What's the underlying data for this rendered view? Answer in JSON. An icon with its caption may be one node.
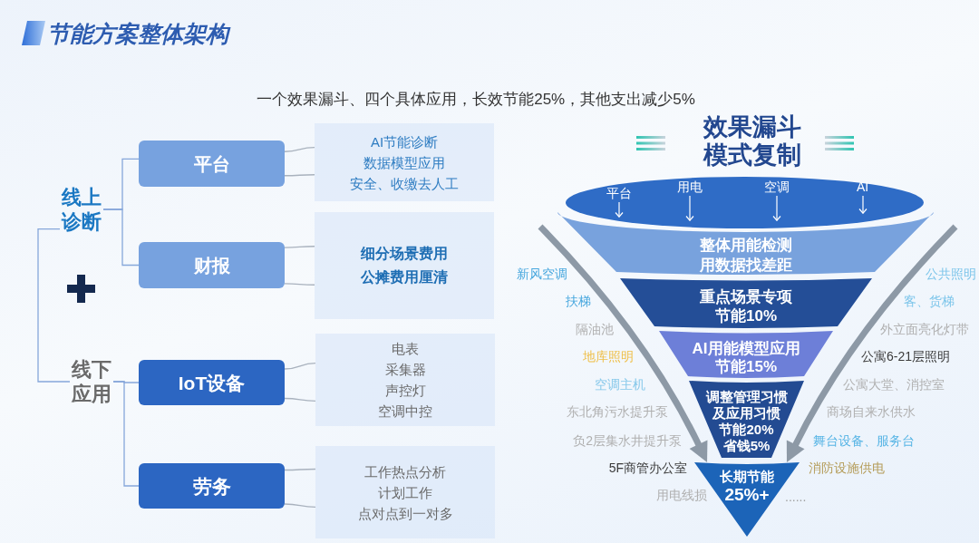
{
  "diagram": {
    "title": "节能方案整体架构",
    "nodes": [
      {
        "text": [
          "线上诊断"
        ]
      },
      {
        "text": [
          "平台"
        ]
      },
      {
        "text": [
          "AI节能诊断",
          "数据模型应用",
          "安全、收缴去人工"
        ]
      },
      {
        "text": [
          "财报"
        ]
      },
      {
        "text": [
          "细分场景费用",
          "公摊费用厘清"
        ]
      },
      {
        "text": [
          "线下应用"
        ]
      },
      {
        "text": [
          "IoT设备"
        ]
      },
      {
        "text": [
          "电表",
          "采集器",
          "声控灯",
          "空调中控"
        ]
      },
      {
        "text": [
          "劳务"
        ]
      },
      {
        "text": [
          "工作热点分析",
          "计划工作",
          "点对点到一对多"
        ]
      },
      {
        "text": [
          "平台",
          "用电",
          "空调",
          "AI"
        ]
      },
      {
        "text": [
          "整体用能检测",
          "用数据找差距"
        ]
      },
      {
        "text": [
          "重点场景专项",
          "节能10%"
        ]
      },
      {
        "text": [
          "AI用能模型应用",
          "节能15%"
        ]
      },
      {
        "text": [
          "调整管理习惯",
          "及应用习惯",
          "节能20%",
          "省钱5%"
        ]
      },
      {
        "text": [
          "长期节能",
          "25%+"
        ]
      }
    ],
    "edges": [
      {
        "from": 0,
        "to": 5,
        "arrow": "none",
        "color": "#86a7da"
      },
      {
        "from": 0,
        "to": 1,
        "arrow": "none",
        "color": "#86a7da"
      },
      {
        "from": 0,
        "to": 3,
        "arrow": "none",
        "color": "#86a7da"
      },
      {
        "from": 1,
        "to": 2,
        "arrow": "none"
      },
      {
        "from": 1,
        "to": 2,
        "arrow": "none"
      },
      {
        "from": 3,
        "to": 4,
        "arrow": "none"
      },
      {
        "from": 3,
        "to": 4,
        "arrow": "none"
      },
      {
        "from": 5,
        "to": 6,
        "arrow": "none",
        "color": "#86a7da"
      },
      {
        "from": 5,
        "to": 8,
        "arrow": "none",
        "color": "#86a7da"
      },
      {
        "from": 6,
        "to": 7,
        "arrow": "none"
      },
      {
        "from": 6,
        "to": 7,
        "arrow": "none"
      },
      {
        "from": 8,
        "to": 9,
        "arrow": "none"
      },
      {
        "from": 8,
        "to": 9,
        "arrow": "none"
      },
      {
        "from": null,
        "to": 15,
        "arrow": "to",
        "style": "thick",
        "color": "#8d99a6"
      },
      {
        "from": null,
        "to": 15,
        "arrow": "to",
        "style": "thick",
        "color": "#8d99a6"
      }
    ],
    "labels": [
      "一个效果漏斗、四个具体应用，长效节能25%，其他支出减少5%",
      "效果漏斗模式复制",
      "新风空调",
      "公共照明",
      "扶梯",
      "客、货梯",
      "隔油池",
      "外立面亮化灯带",
      "地库照明",
      "公寓6-21层照明",
      "空调主机",
      "公寓大堂、消控室",
      "东北角污水提升泵",
      "商场自来水供水",
      "负2层集水井提升泵",
      "舞台设备、服务台",
      "5F商管办公室",
      "消防设施供电",
      "用电线损",
      "......"
    ]
  }
}
